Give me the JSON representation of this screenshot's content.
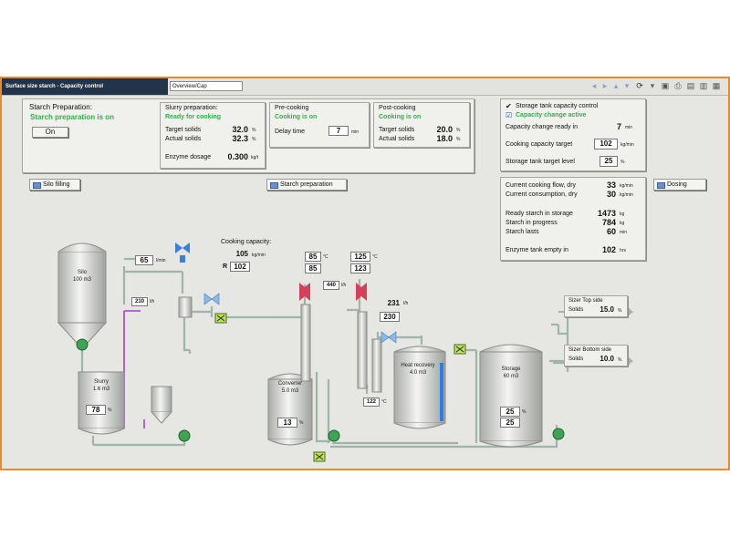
{
  "window": {
    "title": "Surface size starch - Capacity control",
    "nav_combo": "Overview/Cap"
  },
  "prep_panel": {
    "title": "Starch Preparation:",
    "status": "Starch preparation is on",
    "on_button": "On"
  },
  "slurry_panel": {
    "title": "Slurry preparation:",
    "status": "Ready for cooking",
    "target_solids_label": "Target solids",
    "target_solids": "32.0",
    "actual_solids_label": "Actual solids",
    "actual_solids": "32.3",
    "solids_unit": "%",
    "enzyme_label": "Enzyme dosage",
    "enzyme_value": "0.300",
    "enzyme_unit": "kg/t"
  },
  "precooking_panel": {
    "title": "Pre-cooking",
    "status": "Cooking is on",
    "delay_label": "Delay time",
    "delay_value": "7",
    "delay_unit": "min"
  },
  "postcooking_panel": {
    "title": "Post-cooking",
    "status": "Cooking is on",
    "target_solids_label": "Target solids",
    "target_solids": "20.0",
    "actual_solids_label": "Actual solids",
    "actual_solids": "18.0",
    "unit": "%"
  },
  "storage_control_panel": {
    "title": "Storage tank capacity control",
    "status": "Capacity change active",
    "ready_label": "Capacity change ready in",
    "ready_value": "7",
    "ready_unit": "min",
    "cook_target_label": "Cooking capacity target",
    "cook_target_value": "102",
    "cook_target_unit": "kg/min",
    "level_label": "Storage tank target level",
    "level_value": "25",
    "level_unit": "%"
  },
  "flow_panel": {
    "rows": [
      {
        "label": "Current cooking flow, dry",
        "value": "33",
        "unit": "kg/min"
      },
      {
        "label": "Current consumption, dry",
        "value": "30",
        "unit": "kg/min"
      },
      {
        "label": "Ready starch in storage",
        "value": "1473",
        "unit": "kg"
      },
      {
        "label": "Starch in progress",
        "value": "784",
        "unit": "kg"
      },
      {
        "label": "Starch lasts",
        "value": "60",
        "unit": "min"
      },
      {
        "label": "Enzyme tank empty in",
        "value": "102",
        "unit": "hrs"
      }
    ]
  },
  "nav_buttons": {
    "silo_filling": "Silo filling",
    "starch_preparation": "Starch preparation",
    "dosing": "Dosing"
  },
  "process": {
    "silo": {
      "name": "Silo",
      "volume": "100 m3"
    },
    "slurry": {
      "name": "Slurry",
      "volume": "1.6 m3",
      "level": "78",
      "level_unit": "%"
    },
    "converter": {
      "name": "Converter",
      "volume": "5.0 m3",
      "level": "13",
      "level_unit": "%"
    },
    "heat_recovery": {
      "name": "Heat recovery",
      "volume": "4.0 m3"
    },
    "storage": {
      "name": "Storage",
      "volume": "60 m3",
      "level_sp": "25",
      "level_pv": "25",
      "level_unit": "%"
    },
    "starch_feed": {
      "value": "65",
      "unit": "l/min"
    },
    "side_flow": {
      "value": "210",
      "unit": "l/h"
    },
    "cooking_capacity": {
      "label": "Cooking capacity:",
      "value": "105",
      "unit": "kg/min",
      "prefix": "R",
      "setpoint": "102"
    },
    "temp1": {
      "sp": "85",
      "pv": "85",
      "unit": "°C"
    },
    "temp2": {
      "sp": "125",
      "pv": "123",
      "unit": "°C"
    },
    "steam_flow": {
      "value": "440",
      "unit": "l/h"
    },
    "outlet_flow": {
      "value": "231",
      "unit": "l/h",
      "setpoint": "230"
    },
    "flash_temp": {
      "value": "122",
      "unit": "°C"
    },
    "sizer_top": {
      "label": "Sizer Top side",
      "solids_label": "Solids",
      "value": "15.0",
      "unit": "%"
    },
    "sizer_bottom": {
      "label": "Sizer Bottom side",
      "solids_label": "Solids",
      "value": "10.0",
      "unit": "%"
    }
  },
  "colors": {
    "frame": "#e98a2d",
    "status_green": "#2fb24a",
    "title_bar": "#23334a",
    "pipe": "#9fb5a8",
    "purple_line": "#b154c8",
    "pump_green": "#3ca452",
    "valve_red": "#d2405c"
  }
}
